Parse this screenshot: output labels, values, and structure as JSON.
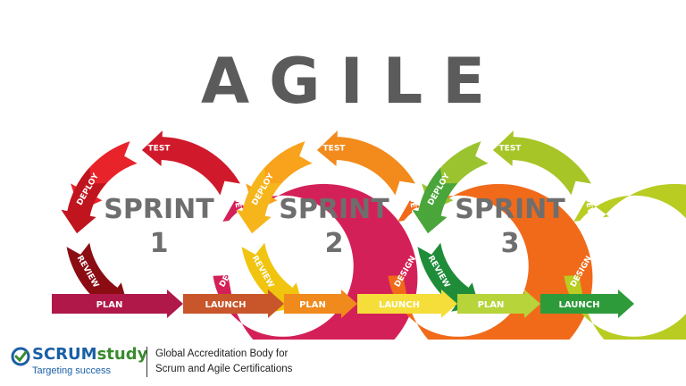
{
  "title": "AGILE",
  "sprints": [
    {
      "label": "SPRINT",
      "number": "1",
      "colors": {
        "test": "#e8232a",
        "deploy": "#c0141f",
        "review": "#8b0d13",
        "develop": "#d01a2b",
        "design": "#d42058"
      },
      "stages": {
        "test": "TEST",
        "deploy": "DEPLOY",
        "review": "REVIEW",
        "develop": "DEVELOP",
        "design": "DESIGN"
      }
    },
    {
      "label": "SPRINT",
      "number": "2",
      "colors": {
        "test": "#f9a21b",
        "deploy": "#f7b51c",
        "review": "#f1c40f",
        "develop": "#f28a1c",
        "design": "#f06a1a"
      },
      "stages": {
        "test": "TEST",
        "deploy": "DEPLOY",
        "review": "REVIEW",
        "develop": "DEVELOP",
        "design": "DESIGN"
      }
    },
    {
      "label": "SPRINT",
      "number": "3",
      "colors": {
        "test": "#9bc330",
        "deploy": "#4aa53a",
        "review": "#1f8c3a",
        "develop": "#a7c526",
        "design": "#b8cc22"
      },
      "stages": {
        "test": "TEST",
        "deploy": "DEPLOY",
        "review": "REVIEW",
        "develop": "DEVELOP",
        "design": "DESIGN"
      }
    }
  ],
  "timeline": [
    {
      "label": "PLAN",
      "color": "#b0184a"
    },
    {
      "label": "LAUNCH",
      "color": "#c8562a"
    },
    {
      "label": "PLAN",
      "color": "#f08a1c"
    },
    {
      "label": "LAUNCH",
      "color": "#f6de3a"
    },
    {
      "label": "PLAN",
      "color": "#b7d43a"
    },
    {
      "label": "LAUNCH",
      "color": "#2e9b3a"
    }
  ],
  "footer": {
    "brand_bold": "SCRUM",
    "brand_light": "study",
    "tagline": "Targeting success",
    "line1": "Global Accreditation Body for",
    "line2": "Scrum and Agile Certifications"
  }
}
